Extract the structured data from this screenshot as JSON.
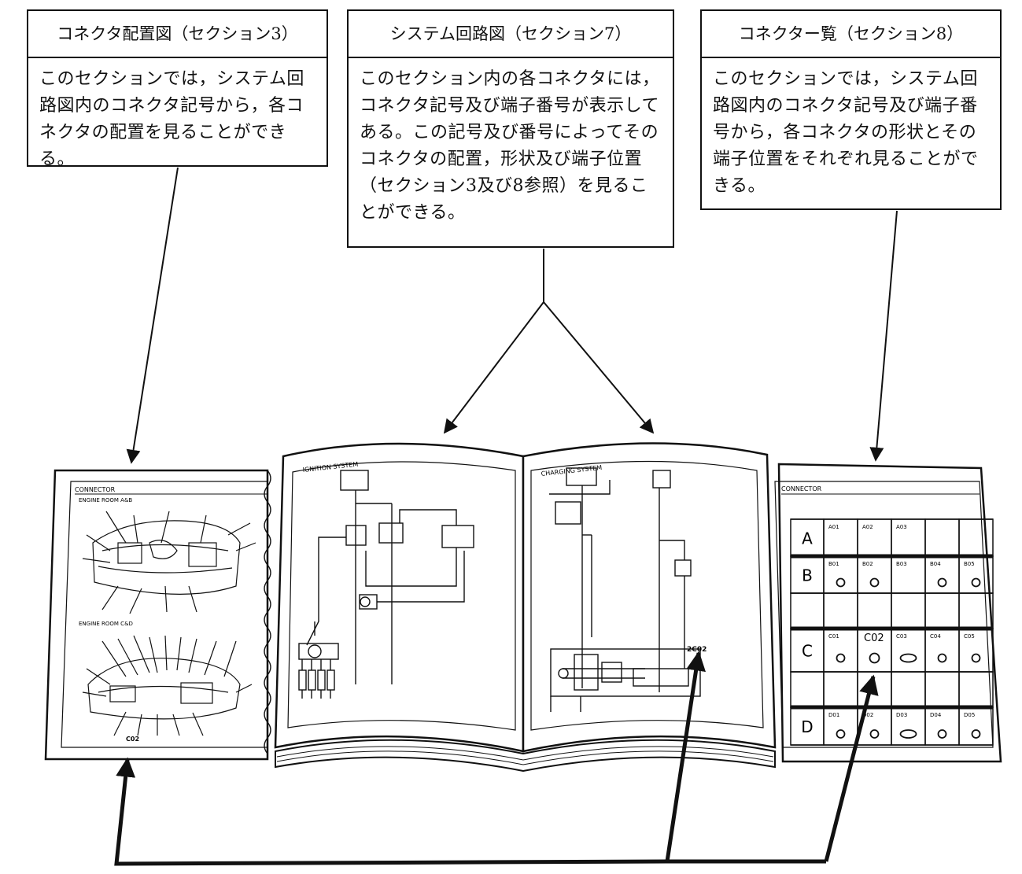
{
  "boxes": {
    "left": {
      "title": "コネクタ配置図（セクション3）",
      "text": "このセクションでは，システム回路図内のコネクタ記号から，各コネクタの配置を見ることができる。"
    },
    "middle": {
      "title": "システム回路図（セクション7）",
      "text": "このセクション内の各コネクタには，コネクタ記号及び端子番号が表示してある。この記号及び番号によってそのコネクタの配置，形状及び端子位置（セクション3及び8参照）を見ることができる。"
    },
    "right": {
      "title": "コネクター覧（セクション8）",
      "text": "このセクションでは，システム回路図内のコネクタ記号及び端子番号から，各コネクタの形状とその端子位置をそれぞれ見ることができる。"
    }
  },
  "left_page": {
    "header": "CONNECTOR",
    "sub1": "ENGINE ROOM A&B",
    "sub2": "ENGINE ROOM C&D",
    "callout": "C02"
  },
  "book": {
    "left_title": "IGNITION SYSTEM",
    "right_title": "CHARGING SYSTEM",
    "connector_label": "2C02"
  },
  "right_page": {
    "header": "CONNECTOR",
    "rows": [
      {
        "letter": "A",
        "cells": [
          "A01",
          "A02",
          "A03",
          "",
          ""
        ]
      },
      {
        "letter": "B",
        "cells": [
          "B01",
          "B02",
          "B03",
          "B04",
          "B05"
        ]
      },
      {
        "letter": "",
        "cells": [
          "",
          "",
          "",
          "",
          ""
        ]
      },
      {
        "letter": "C",
        "cells": [
          "C01",
          "C02",
          "C03",
          "C04",
          "C05"
        ]
      },
      {
        "letter": "",
        "cells": [
          "",
          "",
          "",
          "",
          ""
        ]
      },
      {
        "letter": "D",
        "cells": [
          "D01",
          "D02",
          "D03",
          "D04",
          "D05"
        ]
      }
    ]
  }
}
